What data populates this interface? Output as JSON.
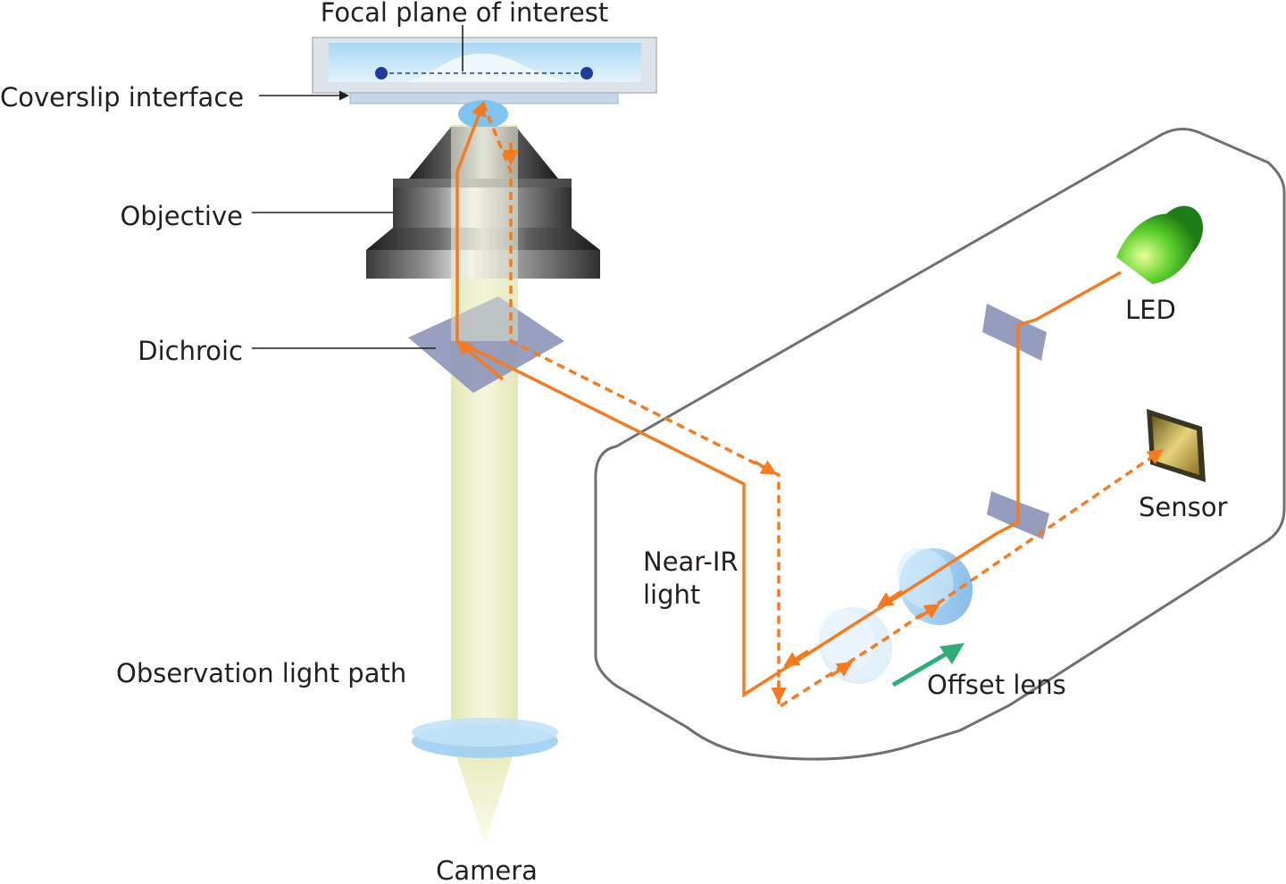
{
  "labels": {
    "focal_plane": "Focal plane of interest",
    "coverslip": "Coverslip interface",
    "objective": "Objective",
    "dichroic": "Dichroic",
    "observation_path": "Observation light path",
    "camera": "Camera",
    "near_ir_line1": "Near-IR",
    "near_ir_line2": "light",
    "led": "LED",
    "sensor": "Sensor",
    "offset_lens": "Offset lens"
  },
  "colors": {
    "near_ir_path": "#f47b20",
    "observation_beam": "#e9ecc0",
    "housing_outline": "#707070",
    "led": "#4cc22a",
    "offset_arrow": "#2fae7a",
    "lens": "#8fc4ee",
    "mirror": "#8a92b8",
    "sample_dot": "#1f3b9c"
  }
}
